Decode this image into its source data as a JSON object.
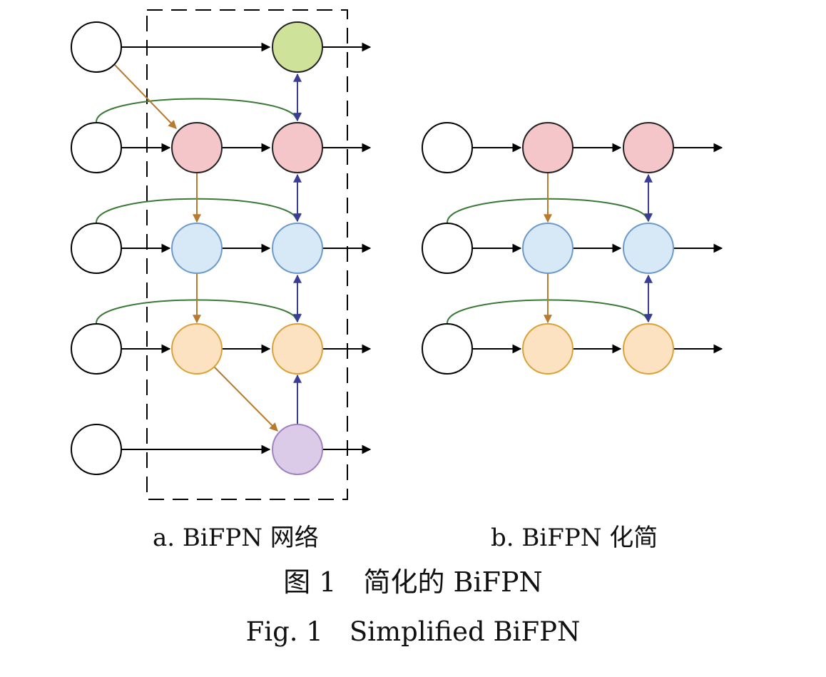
{
  "panels": [
    {
      "id": "a",
      "label": "a. BiFPN 网络"
    },
    {
      "id": "b",
      "label": "b. BiFPN 化简"
    }
  ],
  "caption": {
    "zh": "图 1　简化的 BiFPN",
    "en": "Fig. 1　Simplified BiFPN"
  },
  "colors": {
    "input": "#ffffff",
    "green_node": "#cfe29a",
    "pink_node": "#f4c6c9",
    "blue_node": "#d7e8f6",
    "blue_stroke": "#6c9ac9",
    "orange_node": "#fde2c2",
    "orange_stroke": "#d9a33a",
    "purple_node": "#dccbe8",
    "purple_stroke": "#9f83be",
    "top_down_arrow": "#b87a2e",
    "bottom_up_arrow": "#3a3d96",
    "skip_arrow": "#3a7a36",
    "flow_arrow": "#000000"
  }
}
